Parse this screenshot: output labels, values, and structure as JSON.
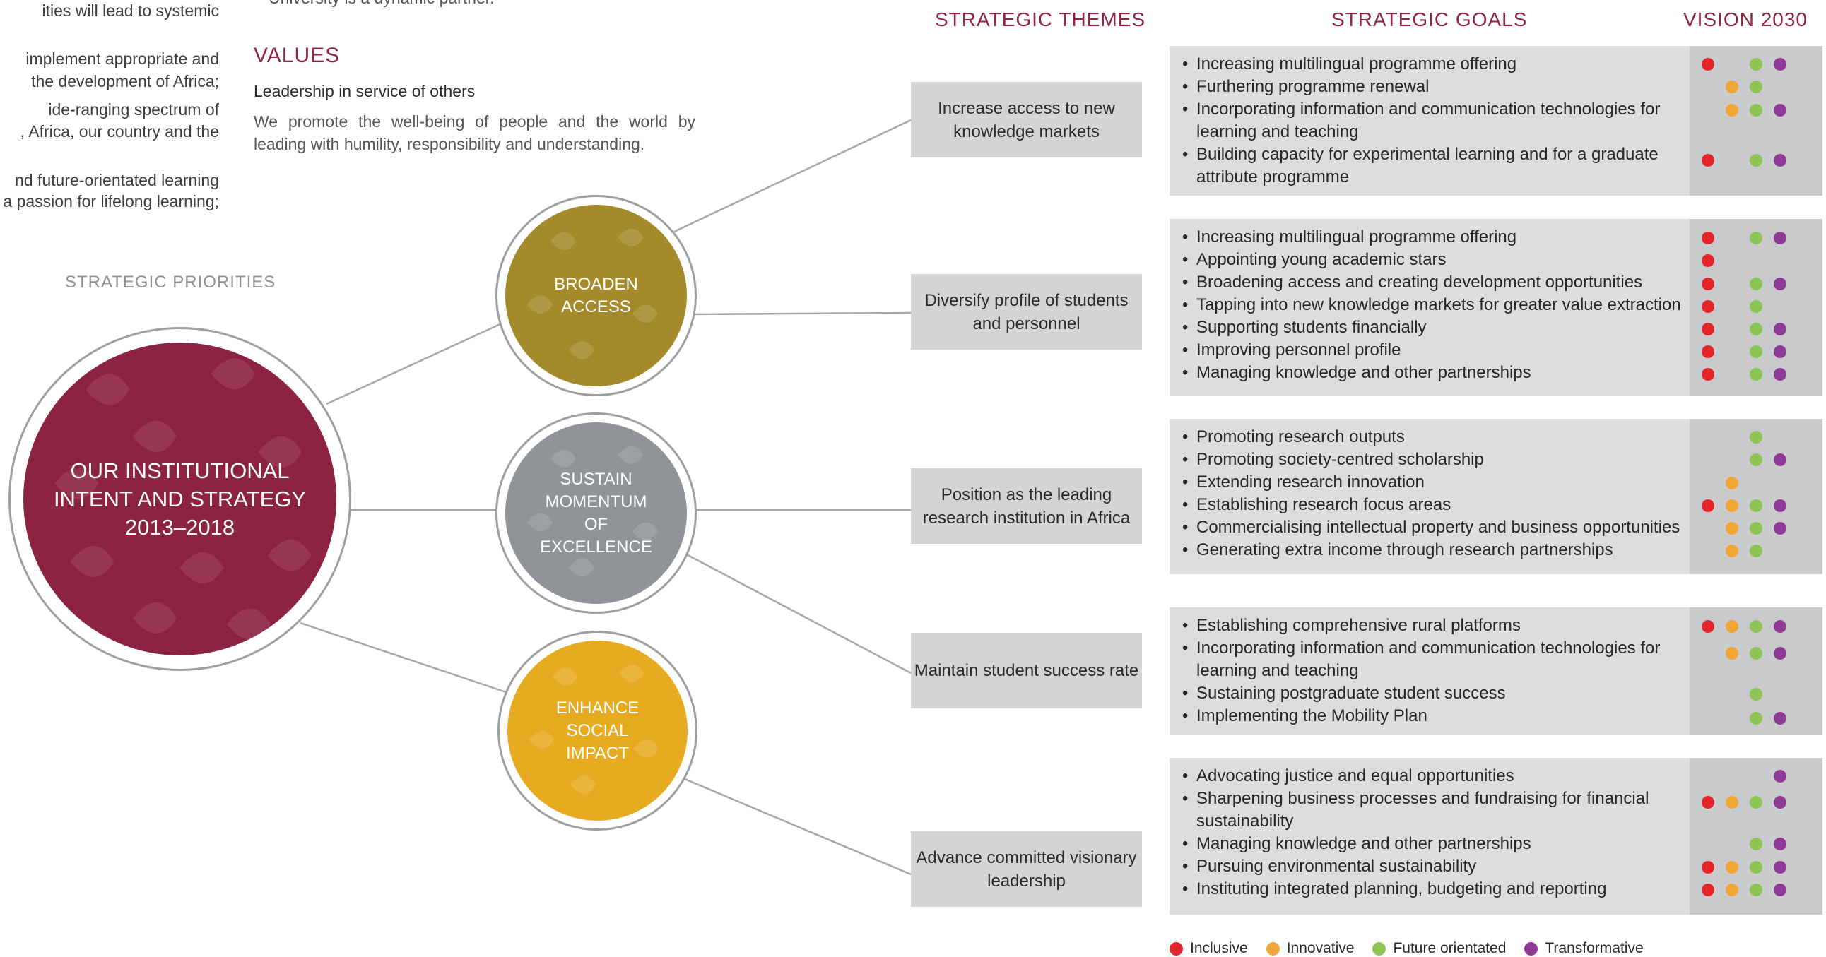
{
  "top_fragment": "University is a dynamic partner.",
  "left_fragments": [
    "ities will lead to systemic",
    "implement appropriate and",
    "the development of Africa;",
    "ide-ranging spectrum of",
    ", Africa, our country and the",
    "nd future-orientated learning",
    "a passion for lifelong learning;"
  ],
  "values": {
    "title": "VALUES",
    "subtitle": "Leadership in service of others",
    "body": "We promote the well-being of people and the world by leading with humility, responsibility and understanding."
  },
  "strategic_priorities_label": "STRATEGIC PRIORITIES",
  "headers": {
    "themes": "STRATEGIC THEMES",
    "goals": "STRATEGIC GOALS",
    "vision": "VISION 2030"
  },
  "main_circle": {
    "label": "OUR INSTITUTIONAL\nINTENT AND STRATEGY\n2013–2018",
    "color": "#8c2341"
  },
  "priorities": [
    {
      "label": "BROADEN\nACCESS",
      "color": "#a48a2b"
    },
    {
      "label": "SUSTAIN\nMOMENTUM\nOF\nEXCELLENCE",
      "color": "#8e9497"
    },
    {
      "label": "ENHANCE\nSOCIAL\nIMPACT",
      "color": "#e7ab22"
    }
  ],
  "themes": [
    "Increase access to new knowledge markets",
    "Diversify profile of students and personnel",
    "Position as the leading research institution in Africa",
    "Maintain student success rate",
    "Advance committed visionary leadership"
  ],
  "goal_groups": [
    {
      "goals": [
        {
          "text": "Increasing multilingual programme offering",
          "dots": [
            "inclusive",
            "future",
            "transformative"
          ]
        },
        {
          "text": "Furthering programme renewal",
          "dots": [
            "innovative",
            "future"
          ]
        },
        {
          "text": "Incorporating information and communication technologies for learning and teaching",
          "dots": [
            "innovative",
            "future",
            "transformative"
          ]
        },
        {
          "text": "Building capacity for experimental learning and for a graduate attribute programme",
          "dots": [
            "inclusive",
            "future",
            "transformative"
          ]
        }
      ]
    },
    {
      "goals": [
        {
          "text": "Increasing multilingual programme offering",
          "dots": [
            "inclusive",
            "future",
            "transformative"
          ]
        },
        {
          "text": "Appointing young academic stars",
          "dots": [
            "inclusive"
          ]
        },
        {
          "text": "Broadening access and creating development opportunities",
          "dots": [
            "inclusive",
            "future",
            "transformative"
          ]
        },
        {
          "text": "Tapping into new knowledge markets for greater value extraction",
          "dots": [
            "inclusive",
            "future"
          ]
        },
        {
          "text": "Supporting students financially",
          "dots": [
            "inclusive",
            "future",
            "transformative"
          ]
        },
        {
          "text": "Improving personnel profile",
          "dots": [
            "inclusive",
            "future",
            "transformative"
          ]
        },
        {
          "text": "Managing knowledge and other partnerships",
          "dots": [
            "inclusive",
            "future",
            "transformative"
          ]
        }
      ]
    },
    {
      "goals": [
        {
          "text": "Promoting research outputs",
          "dots": [
            "future"
          ]
        },
        {
          "text": "Promoting society-centred scholarship",
          "dots": [
            "future",
            "transformative"
          ]
        },
        {
          "text": "Extending research innovation",
          "dots": [
            "innovative"
          ]
        },
        {
          "text": "Establishing research focus areas",
          "dots": [
            "inclusive",
            "innovative",
            "future",
            "transformative"
          ]
        },
        {
          "text": "Commercialising intellectual property and business opportunities",
          "dots": [
            "innovative",
            "future",
            "transformative"
          ]
        },
        {
          "text": "Generating extra income through research partnerships",
          "dots": [
            "innovative",
            "future"
          ]
        }
      ]
    },
    {
      "goals": [
        {
          "text": "Establishing comprehensive rural platforms",
          "dots": [
            "inclusive",
            "innovative",
            "future",
            "transformative"
          ]
        },
        {
          "text": "Incorporating information and communication technologies for learning and teaching",
          "dots": [
            "innovative",
            "future",
            "transformative"
          ]
        },
        {
          "text": "Sustaining postgraduate student success",
          "dots": [
            "future"
          ]
        },
        {
          "text": "Implementing the Mobility Plan",
          "dots": [
            "future",
            "transformative"
          ]
        }
      ]
    },
    {
      "goals": [
        {
          "text": "Advocating justice and equal opportunities",
          "dots": [
            "transformative"
          ]
        },
        {
          "text": "Sharpening business processes and fundraising for financial sustainability",
          "dots": [
            "inclusive",
            "innovative",
            "future",
            "transformative"
          ]
        },
        {
          "text": "Managing knowledge and other partnerships",
          "dots": [
            "future",
            "transformative"
          ]
        },
        {
          "text": "Pursuing environmental sustainability",
          "dots": [
            "inclusive",
            "innovative",
            "future",
            "transformative"
          ]
        },
        {
          "text": "Instituting integrated planning, budgeting and reporting",
          "dots": [
            "inclusive",
            "innovative",
            "future",
            "transformative"
          ]
        }
      ]
    }
  ],
  "legend": [
    {
      "key": "inclusive",
      "label": "Inclusive",
      "color": "#e3262c"
    },
    {
      "key": "innovative",
      "label": "Innovative",
      "color": "#efa636"
    },
    {
      "key": "future",
      "label": "Future orientated",
      "color": "#8ec453"
    },
    {
      "key": "transformative",
      "label": "Transformative",
      "color": "#8f3a97"
    }
  ]
}
